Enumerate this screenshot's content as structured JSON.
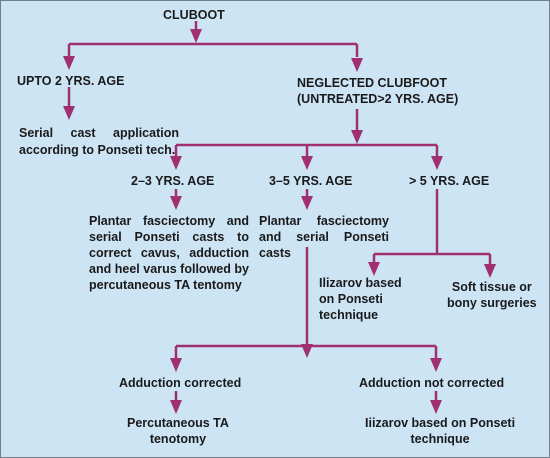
{
  "diagram": {
    "colors": {
      "background": "#cde4f4",
      "connector": "#a0306f",
      "text": "#1a1a1a"
    },
    "root": "CLUBOOT",
    "left_branch": {
      "heading": "UPTO 2 YRS. AGE",
      "treatment": "Serial cast application according to Ponseti tech."
    },
    "right_branch": {
      "heading_line1": "NEGLECTED CLUBFOOT",
      "heading_line2": "(UNTREATED>2 YRS. AGE)"
    },
    "age_groups": [
      {
        "label": "2–3 YRS. AGE",
        "treatment": "Plantar fasciectomy and serial Ponseti casts to correct cavus, adduction and heel varus followed by percutaneous TA tentomy"
      },
      {
        "label": "3–5 YRS. AGE",
        "treatment": "Plantar fasciectomy and serial Ponseti casts"
      },
      {
        "label": "> 5 YRS. AGE"
      }
    ],
    "over5_options": {
      "ilizarov": {
        "line1": "Ilizarov based",
        "line2": "on Ponseti",
        "line3": "technique"
      },
      "surgery": {
        "line1": "Soft tissue or",
        "line2": "bony surgeries"
      }
    },
    "outcomes": {
      "corrected": {
        "label": "Adduction corrected",
        "next_line1": "Percutaneous TA",
        "next_line2": "tenotomy"
      },
      "not_corrected": {
        "label": "Adduction not corrected",
        "next_line1": "Iiizarov based on Ponseti",
        "next_line2": "technique"
      }
    }
  }
}
